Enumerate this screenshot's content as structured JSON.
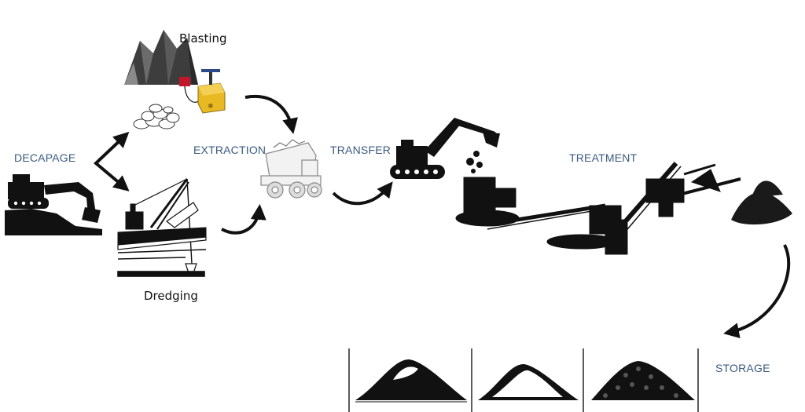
{
  "labels": {
    "blasting": "Blasting",
    "decapage": "DECAPAGE",
    "extraction": "EXTRACTION",
    "transfer": "TRANSFER",
    "treatment": "TREATMENT",
    "dredging": "Dredging",
    "storage": "STORAGE"
  },
  "colors": {
    "label_blue": "#3a5a80",
    "ink": "#111111",
    "detonator_yellow": "#e8b923",
    "detonator_red": "#c0182a"
  }
}
